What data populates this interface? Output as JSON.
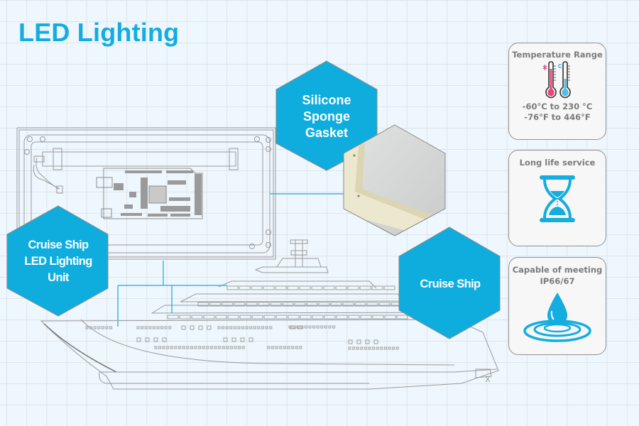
{
  "title": "LED Lighting",
  "colors": {
    "accent": "#14ade0",
    "hex_fill": "#0fadde",
    "thermo_hot": "#e8457a",
    "thermo_cold": "#4fbde6",
    "card_text": "#7b7b7b",
    "background": "#eef7fd"
  },
  "callouts": {
    "gasket": "Silicone Sponge Gasket",
    "unit": "Cruise Ship LED Lighting Unit",
    "ship": "Cruise Ship"
  },
  "gasket_photo": {
    "icon": "silicone-gasket-photo"
  },
  "features": [
    {
      "title": "Temperature Range",
      "icon": "thermometer-icon",
      "values": [
        "-60°C to 230 °C",
        "-76°F to 446°F"
      ]
    },
    {
      "title": "Long life service",
      "icon": "hourglass-icon"
    },
    {
      "title": "Capable of meeting IP66/67",
      "icon": "water-drop-icon"
    }
  ]
}
